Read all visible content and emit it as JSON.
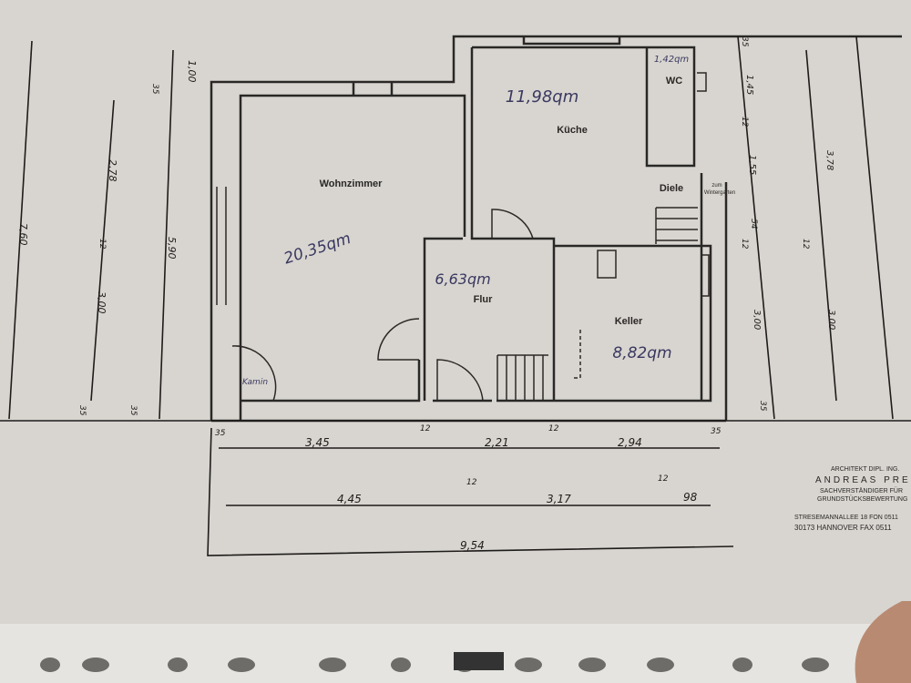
{
  "rooms": {
    "wohnzimmer": {
      "label": "Wohnzimmer",
      "area": "20,35qm"
    },
    "kueche": {
      "label": "Küche",
      "area": "11,98qm"
    },
    "wc": {
      "label": "WC",
      "area": "1,42qm"
    },
    "diele": {
      "label": "Diele",
      "note1": "zum",
      "note2": "Wintergarten"
    },
    "flur": {
      "label": "Flur",
      "area": "6,63qm"
    },
    "keller": {
      "label": "Keller",
      "area": "8,82qm"
    },
    "kamin": "Kamin"
  },
  "dimensions": {
    "left": [
      "7,60",
      "1,00",
      "35",
      "5,90",
      "35",
      "2,78",
      "12",
      "3,00",
      "35"
    ],
    "right": [
      "35",
      "1,45",
      "12",
      "1,55",
      "54",
      "12",
      "3,00",
      "35",
      "3,78",
      "12",
      "3,00"
    ],
    "bottom_row1": [
      "35",
      "3,45",
      "12",
      "2,21",
      "12",
      "2,94",
      "35"
    ],
    "bottom_row2": [
      "4,45",
      "12",
      "3,17",
      "12",
      "98"
    ],
    "total_width": "9,54"
  },
  "stamp": {
    "line1": "ARCHITEKT DIPL. ING.",
    "line2": "ANDREAS PREI",
    "line3": "SACHVERSTÄNDIGER FÜR",
    "line4": "GRUNDSTÜCKSBEWERTUNG",
    "line5": "STRESEMANNALLEE 18  FON 0511",
    "line6": "30173 HANNOVER  FAX 0511"
  },
  "colors": {
    "paper": "#d9d6d1",
    "ink": "#2a2826",
    "pen": "#3a3860"
  }
}
